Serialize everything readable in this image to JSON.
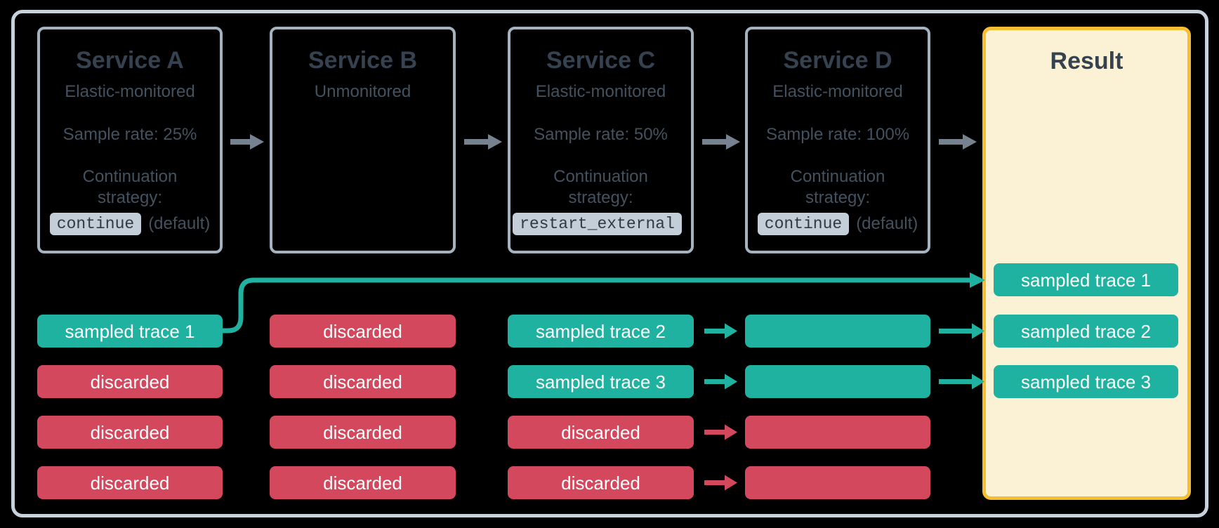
{
  "colors": {
    "background": "#000000",
    "teal_sampled": "#1FB2A1",
    "red_discarded": "#D4485E",
    "title_text": "#364250",
    "body_text": "#445260",
    "pill_text": "#FFFFFF",
    "service_box_border": "#A5B2C0",
    "outer_frame_border": "#C7D2DD",
    "result_border_gold": "#F5BE33",
    "result_fill_cream": "#FBF2D6",
    "code_chip_bg": "#C4CED8",
    "flow_arrow_gray": "#76828F"
  },
  "services": [
    {
      "title": "Service A",
      "subtitle": "Elastic-monitored",
      "sample_rate": "Sample rate: 25%",
      "strategy_label": "Continuation strategy:",
      "strategy_code": "continue",
      "strategy_suffix": "(default)"
    },
    {
      "title": "Service B",
      "subtitle": "Unmonitored"
    },
    {
      "title": "Service C",
      "subtitle": "Elastic-monitored",
      "sample_rate": "Sample rate: 50%",
      "strategy_label": "Continuation strategy:",
      "strategy_code": "restart_external",
      "strategy_suffix": ""
    },
    {
      "title": "Service D",
      "subtitle": "Elastic-monitored",
      "sample_rate": "Sample rate: 100%",
      "strategy_label": "Continuation strategy:",
      "strategy_code": "continue",
      "strategy_suffix": "(default)"
    }
  ],
  "result": {
    "title": "Result",
    "traces": [
      "sampled trace 1",
      "sampled trace 2",
      "sampled trace 3"
    ]
  },
  "trace_columns": {
    "service_a": [
      {
        "label": "sampled trace 1",
        "status": "sampled"
      },
      {
        "label": "discarded",
        "status": "discarded"
      },
      {
        "label": "discarded",
        "status": "discarded"
      },
      {
        "label": "discarded",
        "status": "discarded"
      }
    ],
    "service_b": [
      {
        "label": "discarded",
        "status": "discarded"
      },
      {
        "label": "discarded",
        "status": "discarded"
      },
      {
        "label": "discarded",
        "status": "discarded"
      },
      {
        "label": "discarded",
        "status": "discarded"
      }
    ],
    "service_c": [
      {
        "label": "sampled trace 2",
        "status": "sampled"
      },
      {
        "label": "sampled trace 3",
        "status": "sampled"
      },
      {
        "label": "discarded",
        "status": "discarded"
      },
      {
        "label": "discarded",
        "status": "discarded"
      }
    ],
    "service_d": [
      {
        "label": "",
        "status": "sampled"
      },
      {
        "label": "",
        "status": "sampled"
      },
      {
        "label": "",
        "status": "discarded"
      },
      {
        "label": "",
        "status": "discarded"
      }
    ]
  }
}
